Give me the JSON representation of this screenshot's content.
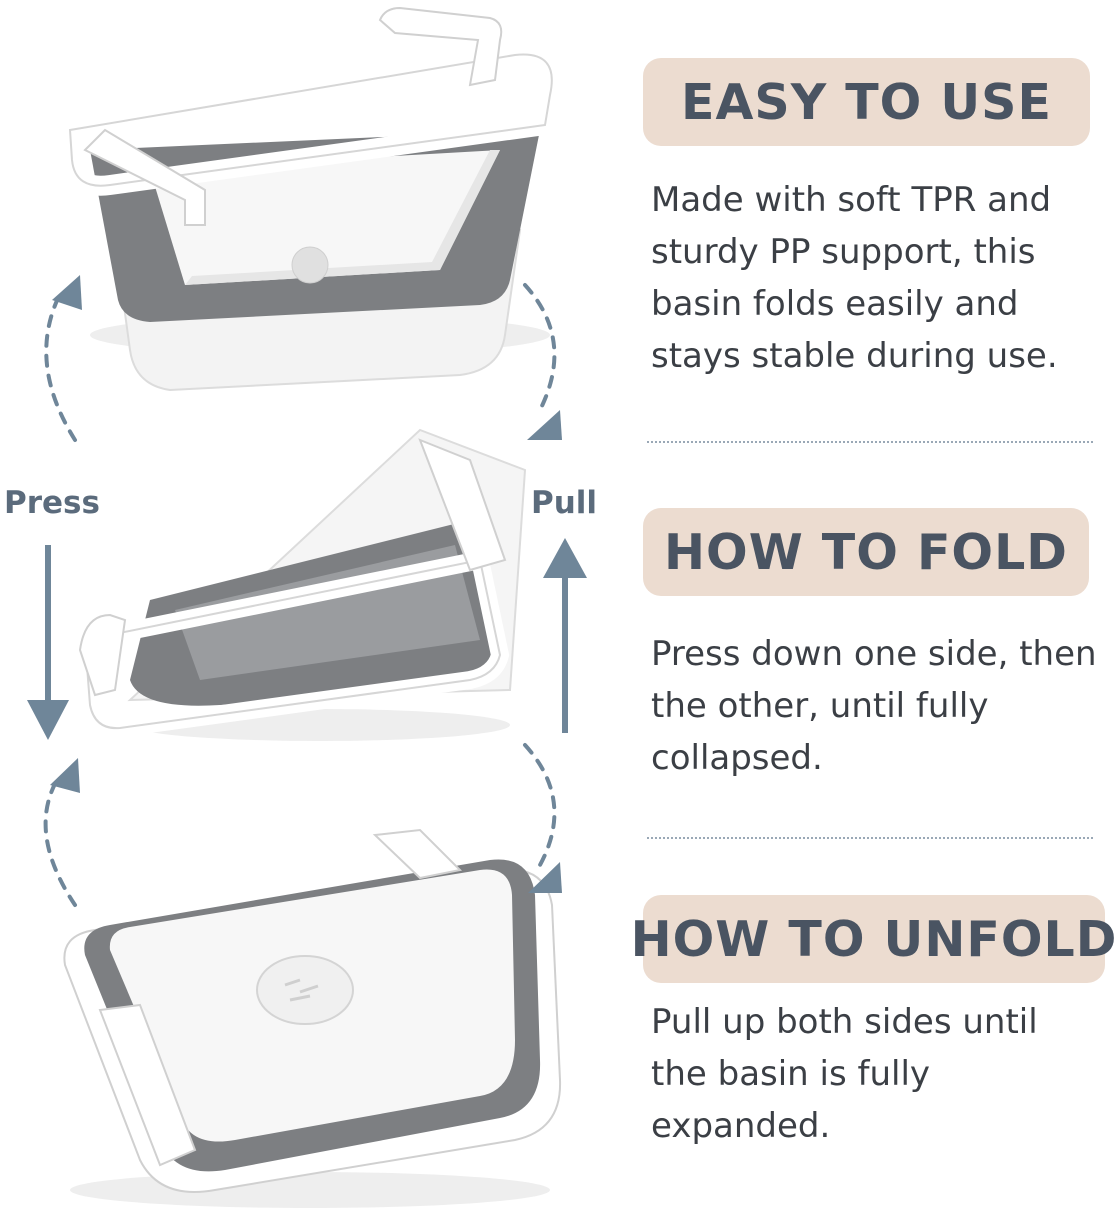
{
  "labels": {
    "press": "Press",
    "pull": "Pull"
  },
  "sections": [
    {
      "title": "EASY TO USE",
      "lines": [
        "Made with soft TPR and",
        "sturdy PP support, this",
        "basin folds easily and",
        "stays stable during use."
      ]
    },
    {
      "title": "HOW TO FOLD",
      "lines": [
        "Press down one side, then",
        "the other, until fully",
        "collapsed."
      ]
    },
    {
      "title": "HOW TO UNFOLD",
      "lines": [
        "Pull up both sides until",
        "the basin is fully",
        "expanded."
      ]
    }
  ],
  "colors": {
    "pill": "#ecdcd0",
    "title_text": "#4a5462",
    "arrow": "#6f8699",
    "basin_gray": "#7d7f82"
  }
}
